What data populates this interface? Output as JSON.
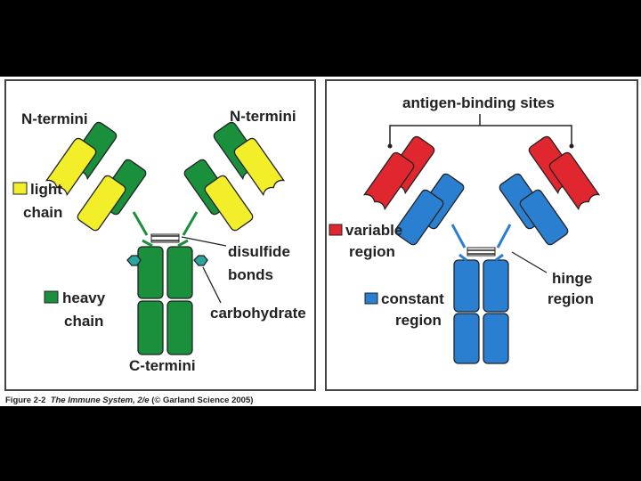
{
  "left_panel": {
    "n_termini_left": "N-termini",
    "n_termini_right": "N-termini",
    "light_chain_line1": "light",
    "light_chain_line2": "chain",
    "heavy_chain_line1": "heavy",
    "heavy_chain_line2": "chain",
    "disulfide_line1": "disulfide",
    "disulfide_line2": "bonds",
    "carbohydrate": "carbohydrate",
    "c_termini": "C-termini"
  },
  "right_panel": {
    "antigen_binding_sites": "antigen-binding sites",
    "variable_line1": "variable",
    "variable_line2": "region",
    "constant_line1": "constant",
    "constant_line2": "region",
    "hinge_line1": "hinge",
    "hinge_line2": "region"
  },
  "caption": {
    "figure_number": "Figure 2-2",
    "book_title": "The Immune System, 2/e",
    "copyright": "(© Garland Science 2005)"
  },
  "colors": {
    "background": "#000000",
    "panel": "#ffffff",
    "heavy_chain": "#1a8f3c",
    "light_chain": "#f2ef2a",
    "carbohydrate": "#2aa6a0",
    "variable_region": "#e0262f",
    "constant_region": "#2b7fd0",
    "outline": "#222222"
  }
}
